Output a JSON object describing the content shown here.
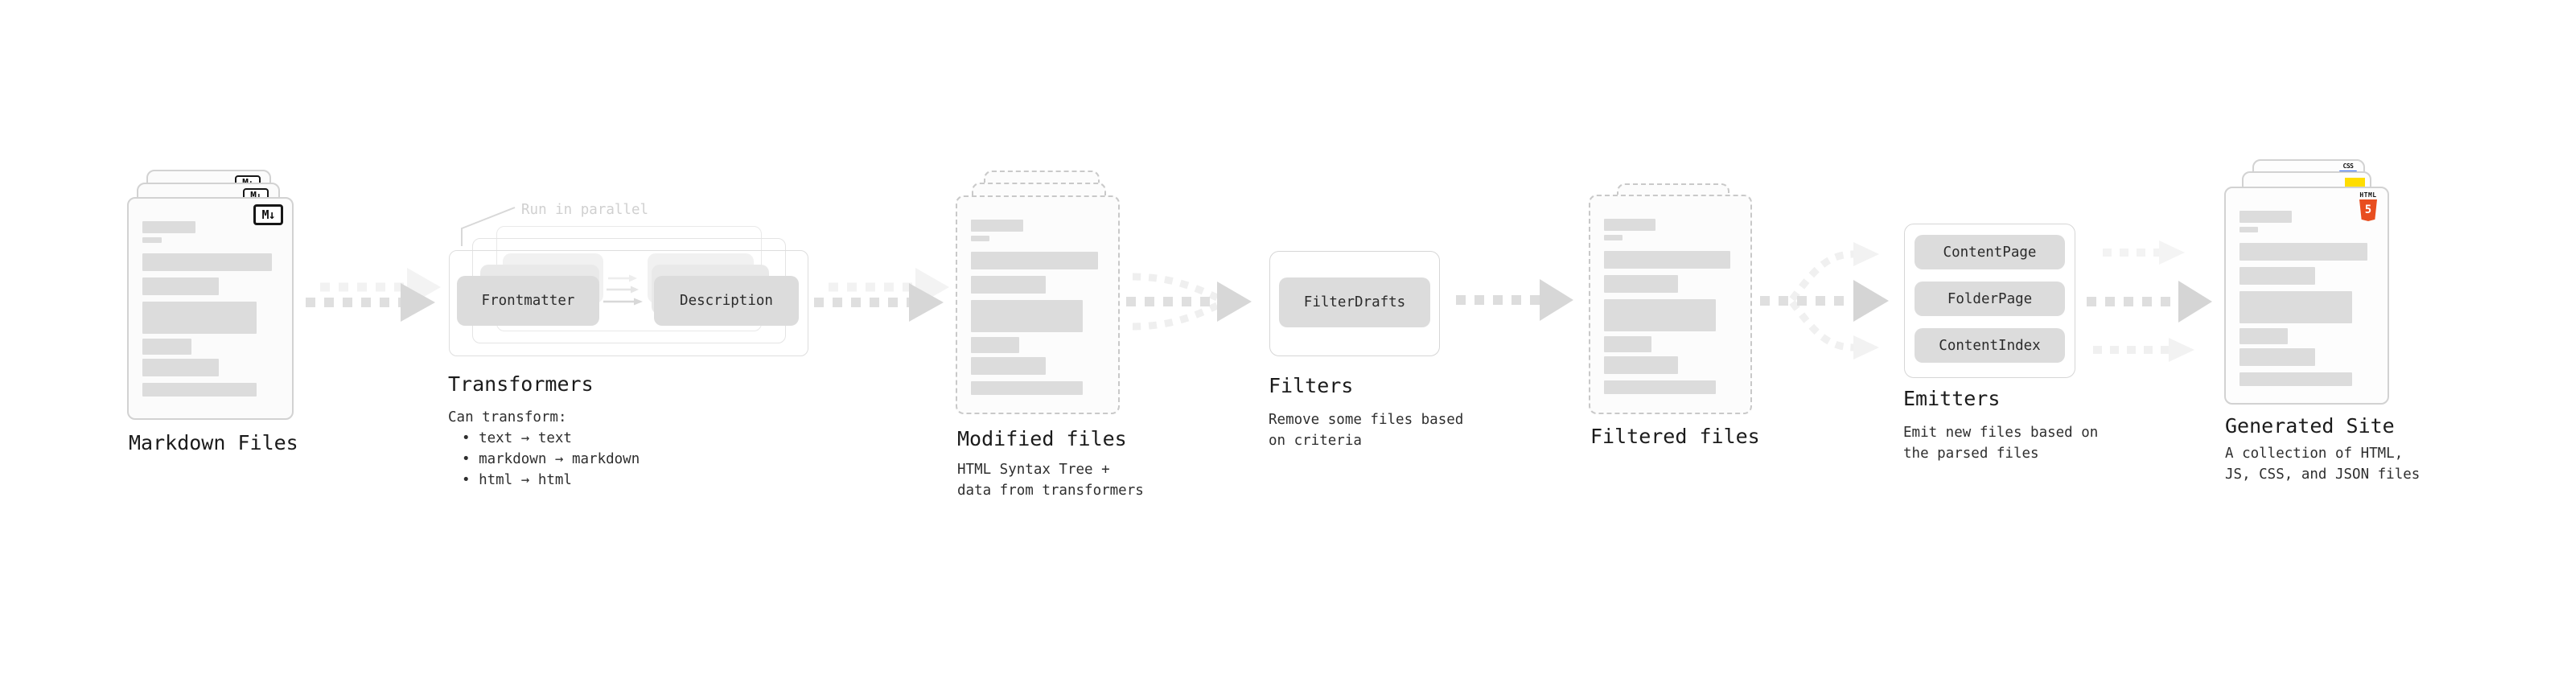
{
  "accents": {
    "html5_orange": "#e84e1f",
    "js_yellow": "#ffdd00",
    "css_blue": "#2965f1"
  },
  "stages": {
    "markdown": {
      "label": "Markdown Files",
      "badge": "M↓"
    },
    "transformers": {
      "label": "Transformers",
      "annotation": "Run in parallel",
      "pill_left": "Frontmatter",
      "pill_right": "Description",
      "desc_heading": "Can transform:",
      "bullets": [
        "• text → text",
        "• markdown → markdown",
        "• html → html"
      ]
    },
    "modified": {
      "label": "Modified files",
      "desc_line1": "HTML Syntax Tree +",
      "desc_line2": "data from transformers"
    },
    "filters": {
      "label": "Filters",
      "pill": "FilterDrafts",
      "desc_line1": "Remove some files based",
      "desc_line2": "on criteria"
    },
    "filtered": {
      "label": "Filtered files"
    },
    "emitters": {
      "label": "Emitters",
      "pills": [
        "ContentPage",
        "FolderPage",
        "ContentIndex"
      ],
      "desc_line1": "Emit new files based on",
      "desc_line2": "the parsed files"
    },
    "generated": {
      "label": "Generated Site",
      "desc_line1": "A collection of HTML,",
      "desc_line2": "JS, CSS, and JSON files",
      "css_badge": "CSS",
      "html_badge_text": "HTML",
      "html_badge_number": "5"
    }
  }
}
